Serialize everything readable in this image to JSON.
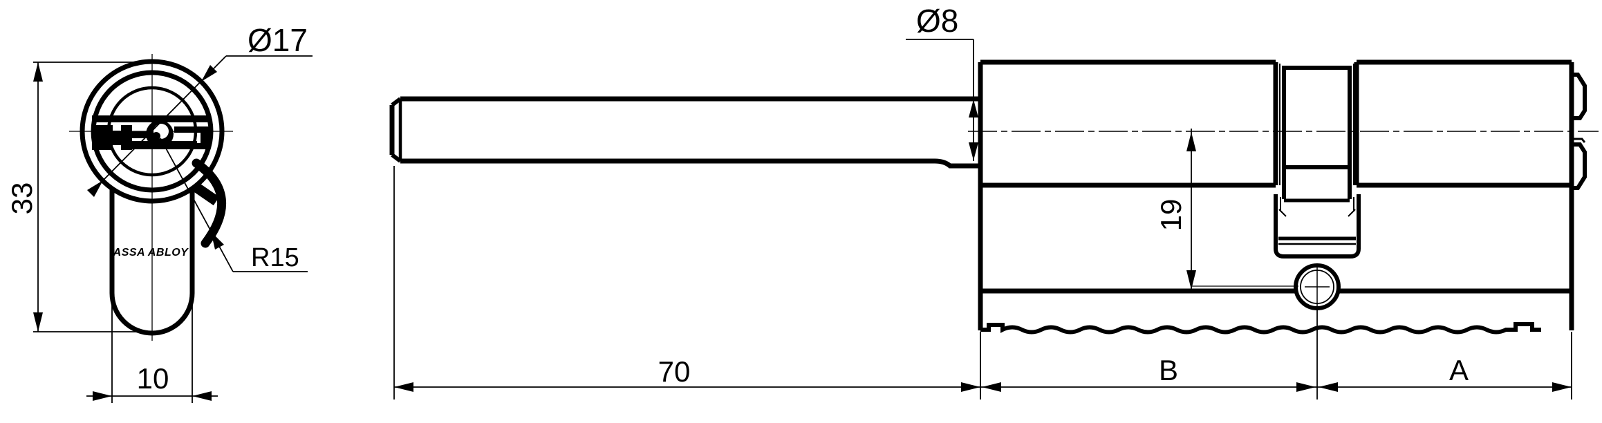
{
  "drawing": {
    "type": "engineering-dimension-drawing",
    "subject": "lock cylinder with connecting shaft",
    "background_color": "#ffffff",
    "line_color": "#000000",
    "front_view": {
      "diameter_label": "Ø17",
      "radius_label": "R15",
      "height_label": "33",
      "width_label": "10",
      "brand_text": "ASSA ABLOY"
    },
    "side_view": {
      "shaft_diameter_label": "Ø8",
      "shaft_length_label": "70",
      "center_height_label": "19",
      "left_section_label": "B",
      "right_section_label": "A"
    }
  }
}
